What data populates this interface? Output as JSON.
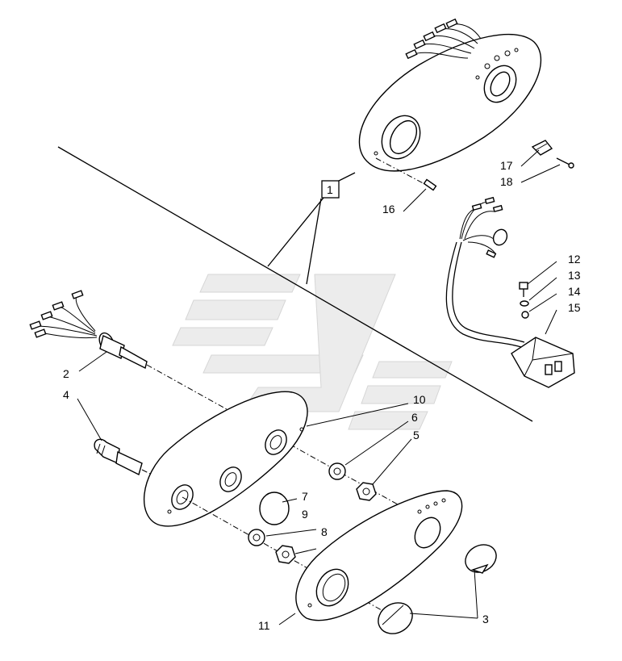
{
  "callouts": [
    {
      "id": "c1",
      "text": "1"
    },
    {
      "id": "c2",
      "text": "2"
    },
    {
      "id": "c3",
      "text": "3"
    },
    {
      "id": "c4",
      "text": "4"
    },
    {
      "id": "c5",
      "text": "5"
    },
    {
      "id": "c6",
      "text": "6"
    },
    {
      "id": "c7",
      "text": "7"
    },
    {
      "id": "c8",
      "text": "8"
    },
    {
      "id": "c9",
      "text": "9"
    },
    {
      "id": "c10",
      "text": "10"
    },
    {
      "id": "c11",
      "text": "11"
    },
    {
      "id": "c12",
      "text": "12"
    },
    {
      "id": "c13",
      "text": "13"
    },
    {
      "id": "c14",
      "text": "14"
    },
    {
      "id": "c15",
      "text": "15"
    },
    {
      "id": "c16",
      "text": "16"
    },
    {
      "id": "c17",
      "text": "17"
    },
    {
      "id": "c18",
      "text": "18"
    }
  ],
  "colors": {
    "line": "#000000",
    "watermark": "#ececec",
    "background": "#ffffff"
  }
}
